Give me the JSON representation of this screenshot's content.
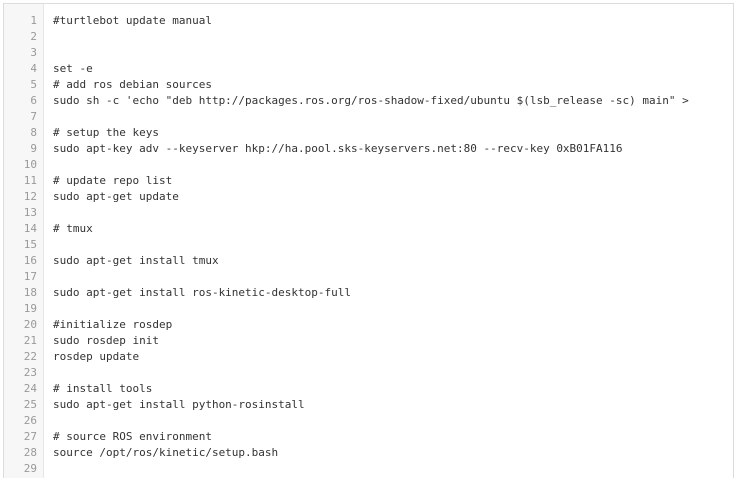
{
  "editor": {
    "lines": [
      {
        "num": "1",
        "text": "#turtlebot update manual"
      },
      {
        "num": "2",
        "text": ""
      },
      {
        "num": "3",
        "text": ""
      },
      {
        "num": "4",
        "text": "set -e"
      },
      {
        "num": "5",
        "text": "# add ros debian sources"
      },
      {
        "num": "6",
        "text": "sudo sh -c 'echo \"deb http://packages.ros.org/ros-shadow-fixed/ubuntu $(lsb_release -sc) main\" >"
      },
      {
        "num": "7",
        "text": ""
      },
      {
        "num": "8",
        "text": "# setup the keys"
      },
      {
        "num": "9",
        "text": "sudo apt-key adv --keyserver hkp://ha.pool.sks-keyservers.net:80 --recv-key 0xB01FA116"
      },
      {
        "num": "10",
        "text": ""
      },
      {
        "num": "11",
        "text": "# update repo list"
      },
      {
        "num": "12",
        "text": "sudo apt-get update"
      },
      {
        "num": "13",
        "text": ""
      },
      {
        "num": "14",
        "text": "# tmux"
      },
      {
        "num": "15",
        "text": ""
      },
      {
        "num": "16",
        "text": "sudo apt-get install tmux"
      },
      {
        "num": "17",
        "text": ""
      },
      {
        "num": "18",
        "text": "sudo apt-get install ros-kinetic-desktop-full"
      },
      {
        "num": "19",
        "text": ""
      },
      {
        "num": "20",
        "text": "#initialize rosdep"
      },
      {
        "num": "21",
        "text": "sudo rosdep init"
      },
      {
        "num": "22",
        "text": "rosdep update"
      },
      {
        "num": "23",
        "text": ""
      },
      {
        "num": "24",
        "text": "# install tools"
      },
      {
        "num": "25",
        "text": "sudo apt-get install python-rosinstall"
      },
      {
        "num": "26",
        "text": ""
      },
      {
        "num": "27",
        "text": "# source ROS environment"
      },
      {
        "num": "28",
        "text": "source /opt/ros/kinetic/setup.bash"
      },
      {
        "num": "29",
        "text": ""
      }
    ]
  }
}
